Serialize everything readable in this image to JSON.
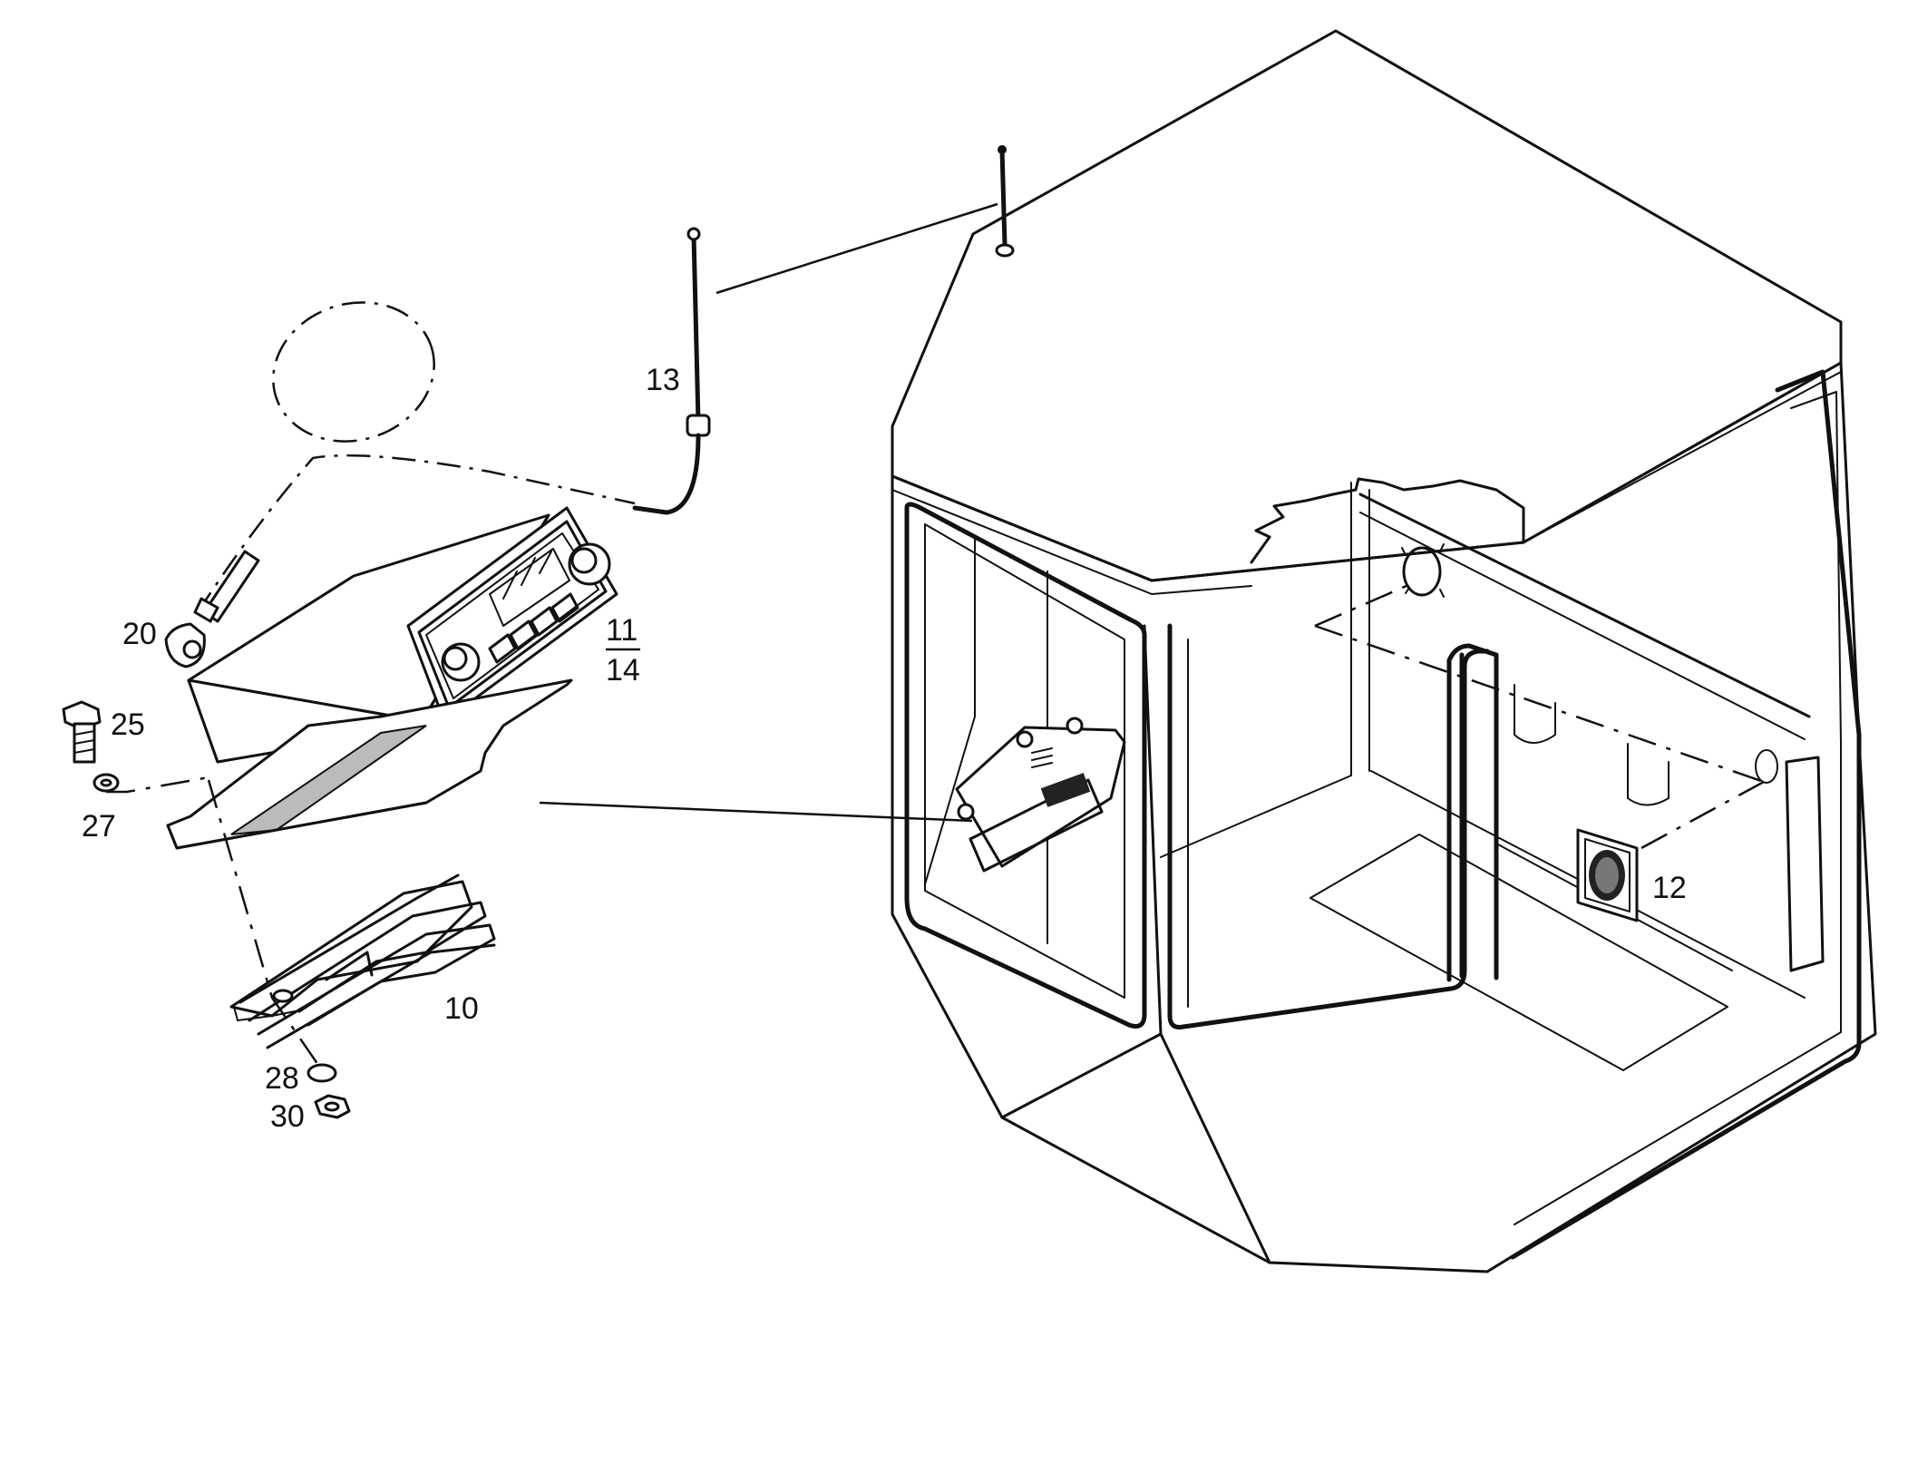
{
  "part_labels": {
    "p10": "10",
    "p11": "11",
    "p14": "14",
    "p12": "12",
    "p13": "13",
    "p20": "20",
    "p25": "25",
    "p27": "27",
    "p28": "28",
    "p30": "30"
  }
}
